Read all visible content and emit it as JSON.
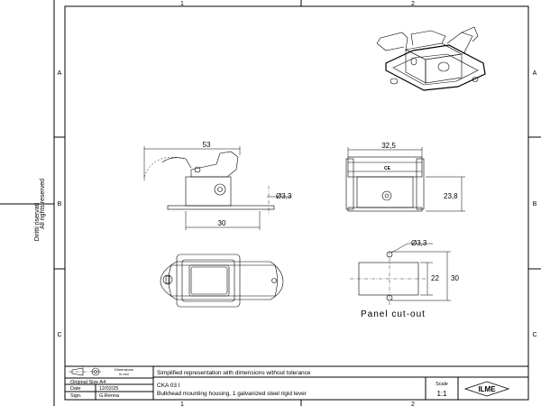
{
  "grid": {
    "columns": [
      "1",
      "2"
    ],
    "rows": [
      "A",
      "B",
      "C"
    ]
  },
  "side_text": {
    "rights": "All rights reserved",
    "dritti": "Diritti riservati"
  },
  "dims": {
    "side_width": "53",
    "side_base": "30",
    "side_hole": "Ø3,3",
    "front_width": "32,5",
    "front_height": "23,8",
    "cut_hole": "Ø3,3",
    "cut_inner": "22",
    "cut_outer": "30"
  },
  "labels": {
    "panel_cutout": "Panel cut-out",
    "ce_mark": "CE"
  },
  "title_block": {
    "symbol_caption_1": "Dimensions",
    "symbol_caption_2": "in mm",
    "note": "Simplified representation with dimensions without tolerance",
    "original_size": "Original Size A4",
    "date_label": "Date",
    "date_value": "12/02/25",
    "sign_label": "Sign.",
    "sign_value": "G.Renna",
    "code": "CKA 03 I",
    "description": "Bulkhead mounting housing, 1 galvanized steel rigid lever",
    "scale_label": "Scale",
    "scale_value": "1:1",
    "logo": "ILME"
  }
}
